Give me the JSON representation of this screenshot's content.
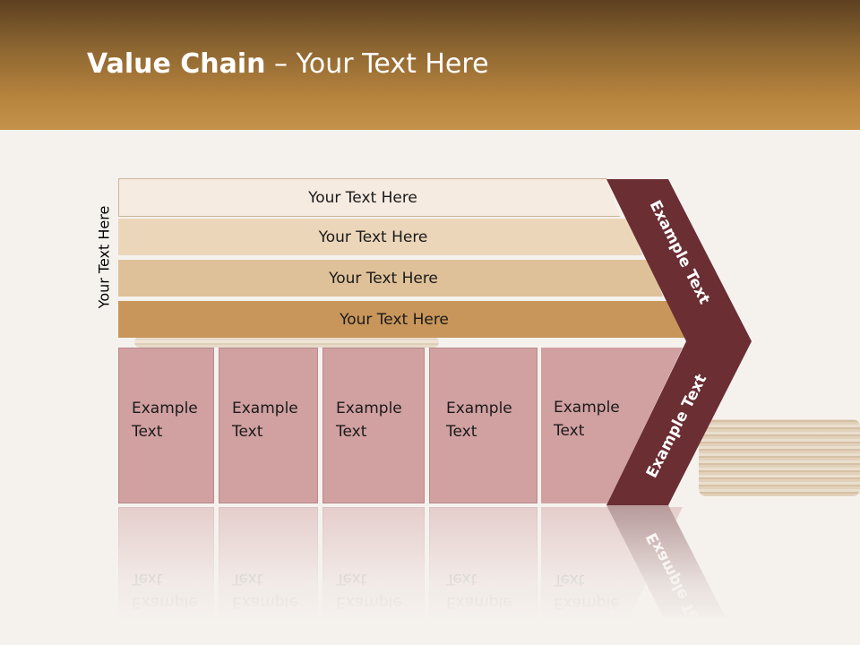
{
  "title": {
    "bold": "Value Chain",
    "rest": " – Your Text Here"
  },
  "side_label": "Your Text Here",
  "rows": [
    "Your Text Here",
    "Your Text Here",
    "Your Text Here",
    "Your Text Here"
  ],
  "columns": [
    {
      "line1": "Example",
      "line2": "Text"
    },
    {
      "line1": "Example",
      "line2": "Text"
    },
    {
      "line1": "Example",
      "line2": "Text"
    },
    {
      "line1": "Example",
      "line2": "Text"
    },
    {
      "line1": "Example",
      "line2": "Text"
    }
  ],
  "chevron": {
    "upper": "Example Text",
    "lower": "Example Text"
  },
  "colors": {
    "row1": "#f5ebe0",
    "row2": "#ecd6ba",
    "row3": "#dfc199",
    "row4": "#c8965a",
    "column": "#d1a0a1",
    "chevron": "#6a2e33"
  }
}
